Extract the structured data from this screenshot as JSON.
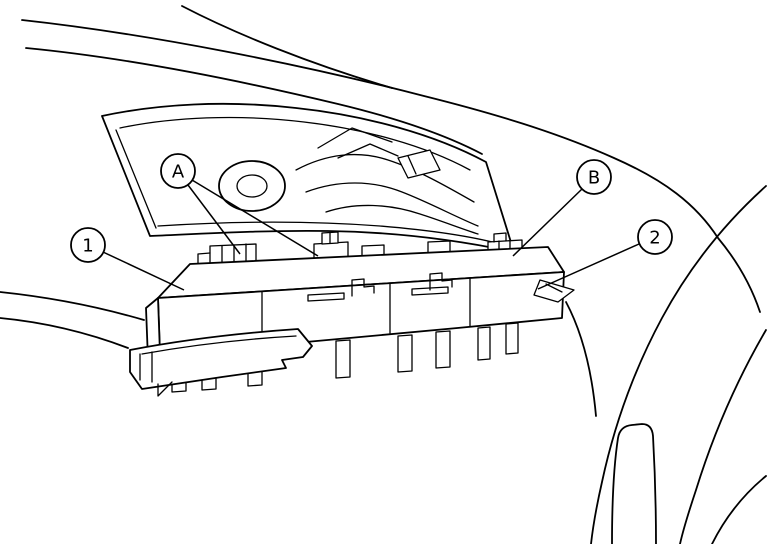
{
  "diagram": {
    "colors": {
      "background": "#ffffff",
      "line": "#000000"
    },
    "callouts": [
      {
        "label": "A"
      },
      {
        "label": "B"
      },
      {
        "label": "1"
      },
      {
        "label": "2"
      }
    ]
  }
}
